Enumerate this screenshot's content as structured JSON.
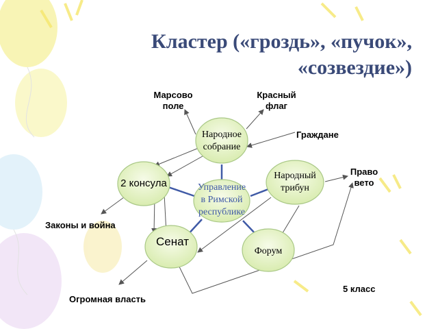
{
  "title": {
    "line1": "Кластер («гроздь», «пучок»,",
    "line2": "«созвездие»)"
  },
  "nodes": {
    "center": {
      "line1": "Управление",
      "line2": "в Римской",
      "line3": "республике"
    },
    "assembly": {
      "line1": "Народное",
      "line2": "собрание"
    },
    "consuls": {
      "label": "2 консула"
    },
    "tribune": {
      "line1": "Народный",
      "line2": "трибун"
    },
    "senate": {
      "label": "Сенат"
    },
    "forum": {
      "label": "Форум"
    }
  },
  "labels": {
    "mars_field": {
      "line1": "Марсово",
      "line2": "поле"
    },
    "red_flag": {
      "line1": "Красный",
      "line2": "флаг"
    },
    "citizens": "Граждане",
    "veto": {
      "line1": "Право",
      "line2": "вето"
    },
    "laws_war": "Законы и война",
    "great_power": "Огромная власть",
    "grade": "5 класс"
  },
  "colors": {
    "node_fill": "#e6f3c6",
    "node_stroke": "#a9c886",
    "center_link": "#3f5aa6",
    "arrow": "#555555"
  }
}
